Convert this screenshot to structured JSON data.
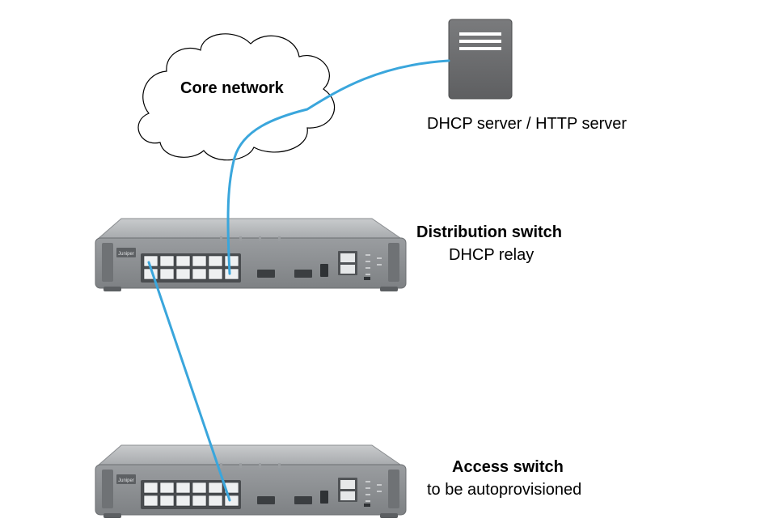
{
  "cloud": {
    "label": "Core network"
  },
  "server": {
    "label": "DHCP server / HTTP server"
  },
  "distribution": {
    "title": "Distribution switch",
    "subtitle": "DHCP relay"
  },
  "access": {
    "title": "Access switch",
    "subtitle": "to be autoprovisioned"
  },
  "switch_brand": "Juniper",
  "colors": {
    "cable": "#3aa6dc",
    "chassis": "#8a8d90",
    "server": "#6d6e70"
  }
}
